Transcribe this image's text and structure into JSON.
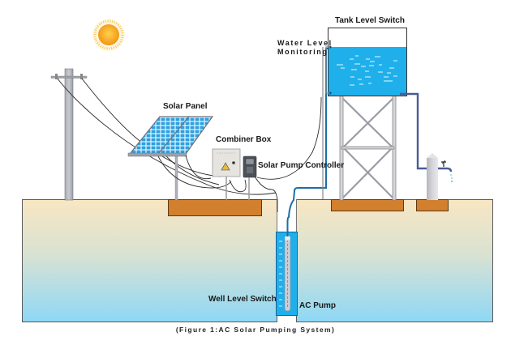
{
  "diagram": {
    "title": "AC Solar Pumping System",
    "caption": "(Figure 1:AC Solar Pumping System)",
    "labels": {
      "solar_panel": "Solar Panel",
      "combiner_box": "Combiner Box",
      "solar_pump_controller": "Solar Pump Controller",
      "tank_level_switch": "Tank Level Switch",
      "water_level_monitoring_line1": "Water Level",
      "water_level_monitoring_line2": "Monitoring",
      "well_level_switch": "Well Level Switch",
      "ac_pump": "AC Pump"
    },
    "components": [
      {
        "id": "sun",
        "icon": "sun-icon"
      },
      {
        "id": "utility-pole",
        "icon": "utility-pole-icon"
      },
      {
        "id": "solar-panel",
        "icon": "solar-panel-icon"
      },
      {
        "id": "combiner-box",
        "icon": "combiner-box-icon"
      },
      {
        "id": "solar-pump-controller",
        "icon": "controller-icon"
      },
      {
        "id": "water-tank",
        "icon": "water-tank-icon"
      },
      {
        "id": "tank-tower",
        "icon": "tower-icon"
      },
      {
        "id": "tap",
        "icon": "faucet-icon"
      },
      {
        "id": "well",
        "icon": "well-icon"
      },
      {
        "id": "ac-pump",
        "icon": "pump-icon"
      }
    ],
    "colors": {
      "water": "#1fb0ec",
      "pipe": "#1a6fa8",
      "outlet_pipe": "#4a5c96",
      "foundation": "#d27f2e",
      "ground_top": "#f8e6c2",
      "ground_bottom": "#8ed8f6",
      "panel_cell": "#2da0e0",
      "sun": "#f7a41c"
    }
  }
}
